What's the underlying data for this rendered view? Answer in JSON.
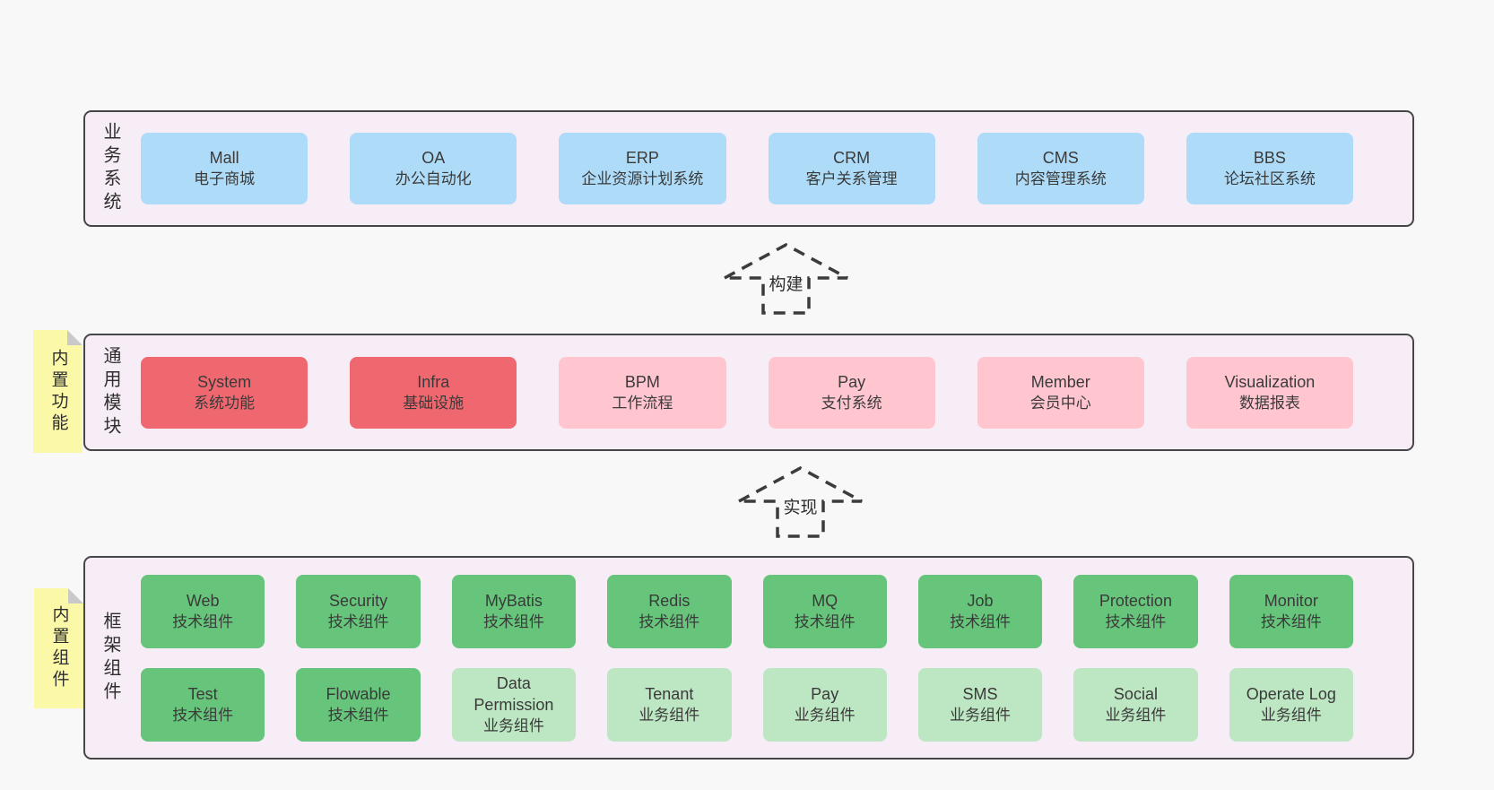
{
  "sections": {
    "business": {
      "side_label": "业务系统",
      "boxes": [
        {
          "name": "Mall",
          "desc": "电子商城"
        },
        {
          "name": "OA",
          "desc": "办公自动化"
        },
        {
          "name": "ERP",
          "desc": "企业资源计划系统"
        },
        {
          "name": "CRM",
          "desc": "客户关系管理"
        },
        {
          "name": "CMS",
          "desc": "内容管理系统"
        },
        {
          "name": "BBS",
          "desc": "论坛社区系统"
        }
      ]
    },
    "modules": {
      "side_label": "通用模块",
      "sticky": "内置功能",
      "boxes": [
        {
          "name": "System",
          "desc": "系统功能"
        },
        {
          "name": "Infra",
          "desc": "基础设施"
        },
        {
          "name": "BPM",
          "desc": "工作流程"
        },
        {
          "name": "Pay",
          "desc": "支付系统"
        },
        {
          "name": "Member",
          "desc": "会员中心"
        },
        {
          "name": "Visualization",
          "desc": "数据报表"
        }
      ]
    },
    "components": {
      "side_label": "框架组件",
      "sticky": "内置组件",
      "row1": [
        {
          "name": "Web",
          "desc": "技术组件"
        },
        {
          "name": "Security",
          "desc": "技术组件"
        },
        {
          "name": "MyBatis",
          "desc": "技术组件"
        },
        {
          "name": "Redis",
          "desc": "技术组件"
        },
        {
          "name": "MQ",
          "desc": "技术组件"
        },
        {
          "name": "Job",
          "desc": "技术组件"
        },
        {
          "name": "Protection",
          "desc": "技术组件"
        },
        {
          "name": "Monitor",
          "desc": "技术组件"
        }
      ],
      "row2": [
        {
          "name": "Test",
          "desc": "技术组件"
        },
        {
          "name": "Flowable",
          "desc": "技术组件"
        },
        {
          "name": "Data Permission",
          "desc": "业务组件"
        },
        {
          "name": "Tenant",
          "desc": "业务组件"
        },
        {
          "name": "Pay",
          "desc": "业务组件"
        },
        {
          "name": "SMS",
          "desc": "业务组件"
        },
        {
          "name": "Social",
          "desc": "业务组件"
        },
        {
          "name": "Operate Log",
          "desc": "业务组件"
        }
      ]
    }
  },
  "arrows": {
    "build": "构建",
    "implement": "实现"
  },
  "colors": {
    "page_bg": "#f8f8f8",
    "panel_bg": "#f7edf6",
    "panel_border": "#474747",
    "blue": "#aedcf8",
    "red": "#f0686f",
    "pink": "#ffc6d0",
    "green": "#66c57b",
    "light_green": "#bde6c3",
    "sticky_yellow": "#fbf9a8",
    "sticky_fold_gray": "#c9c9c9"
  }
}
